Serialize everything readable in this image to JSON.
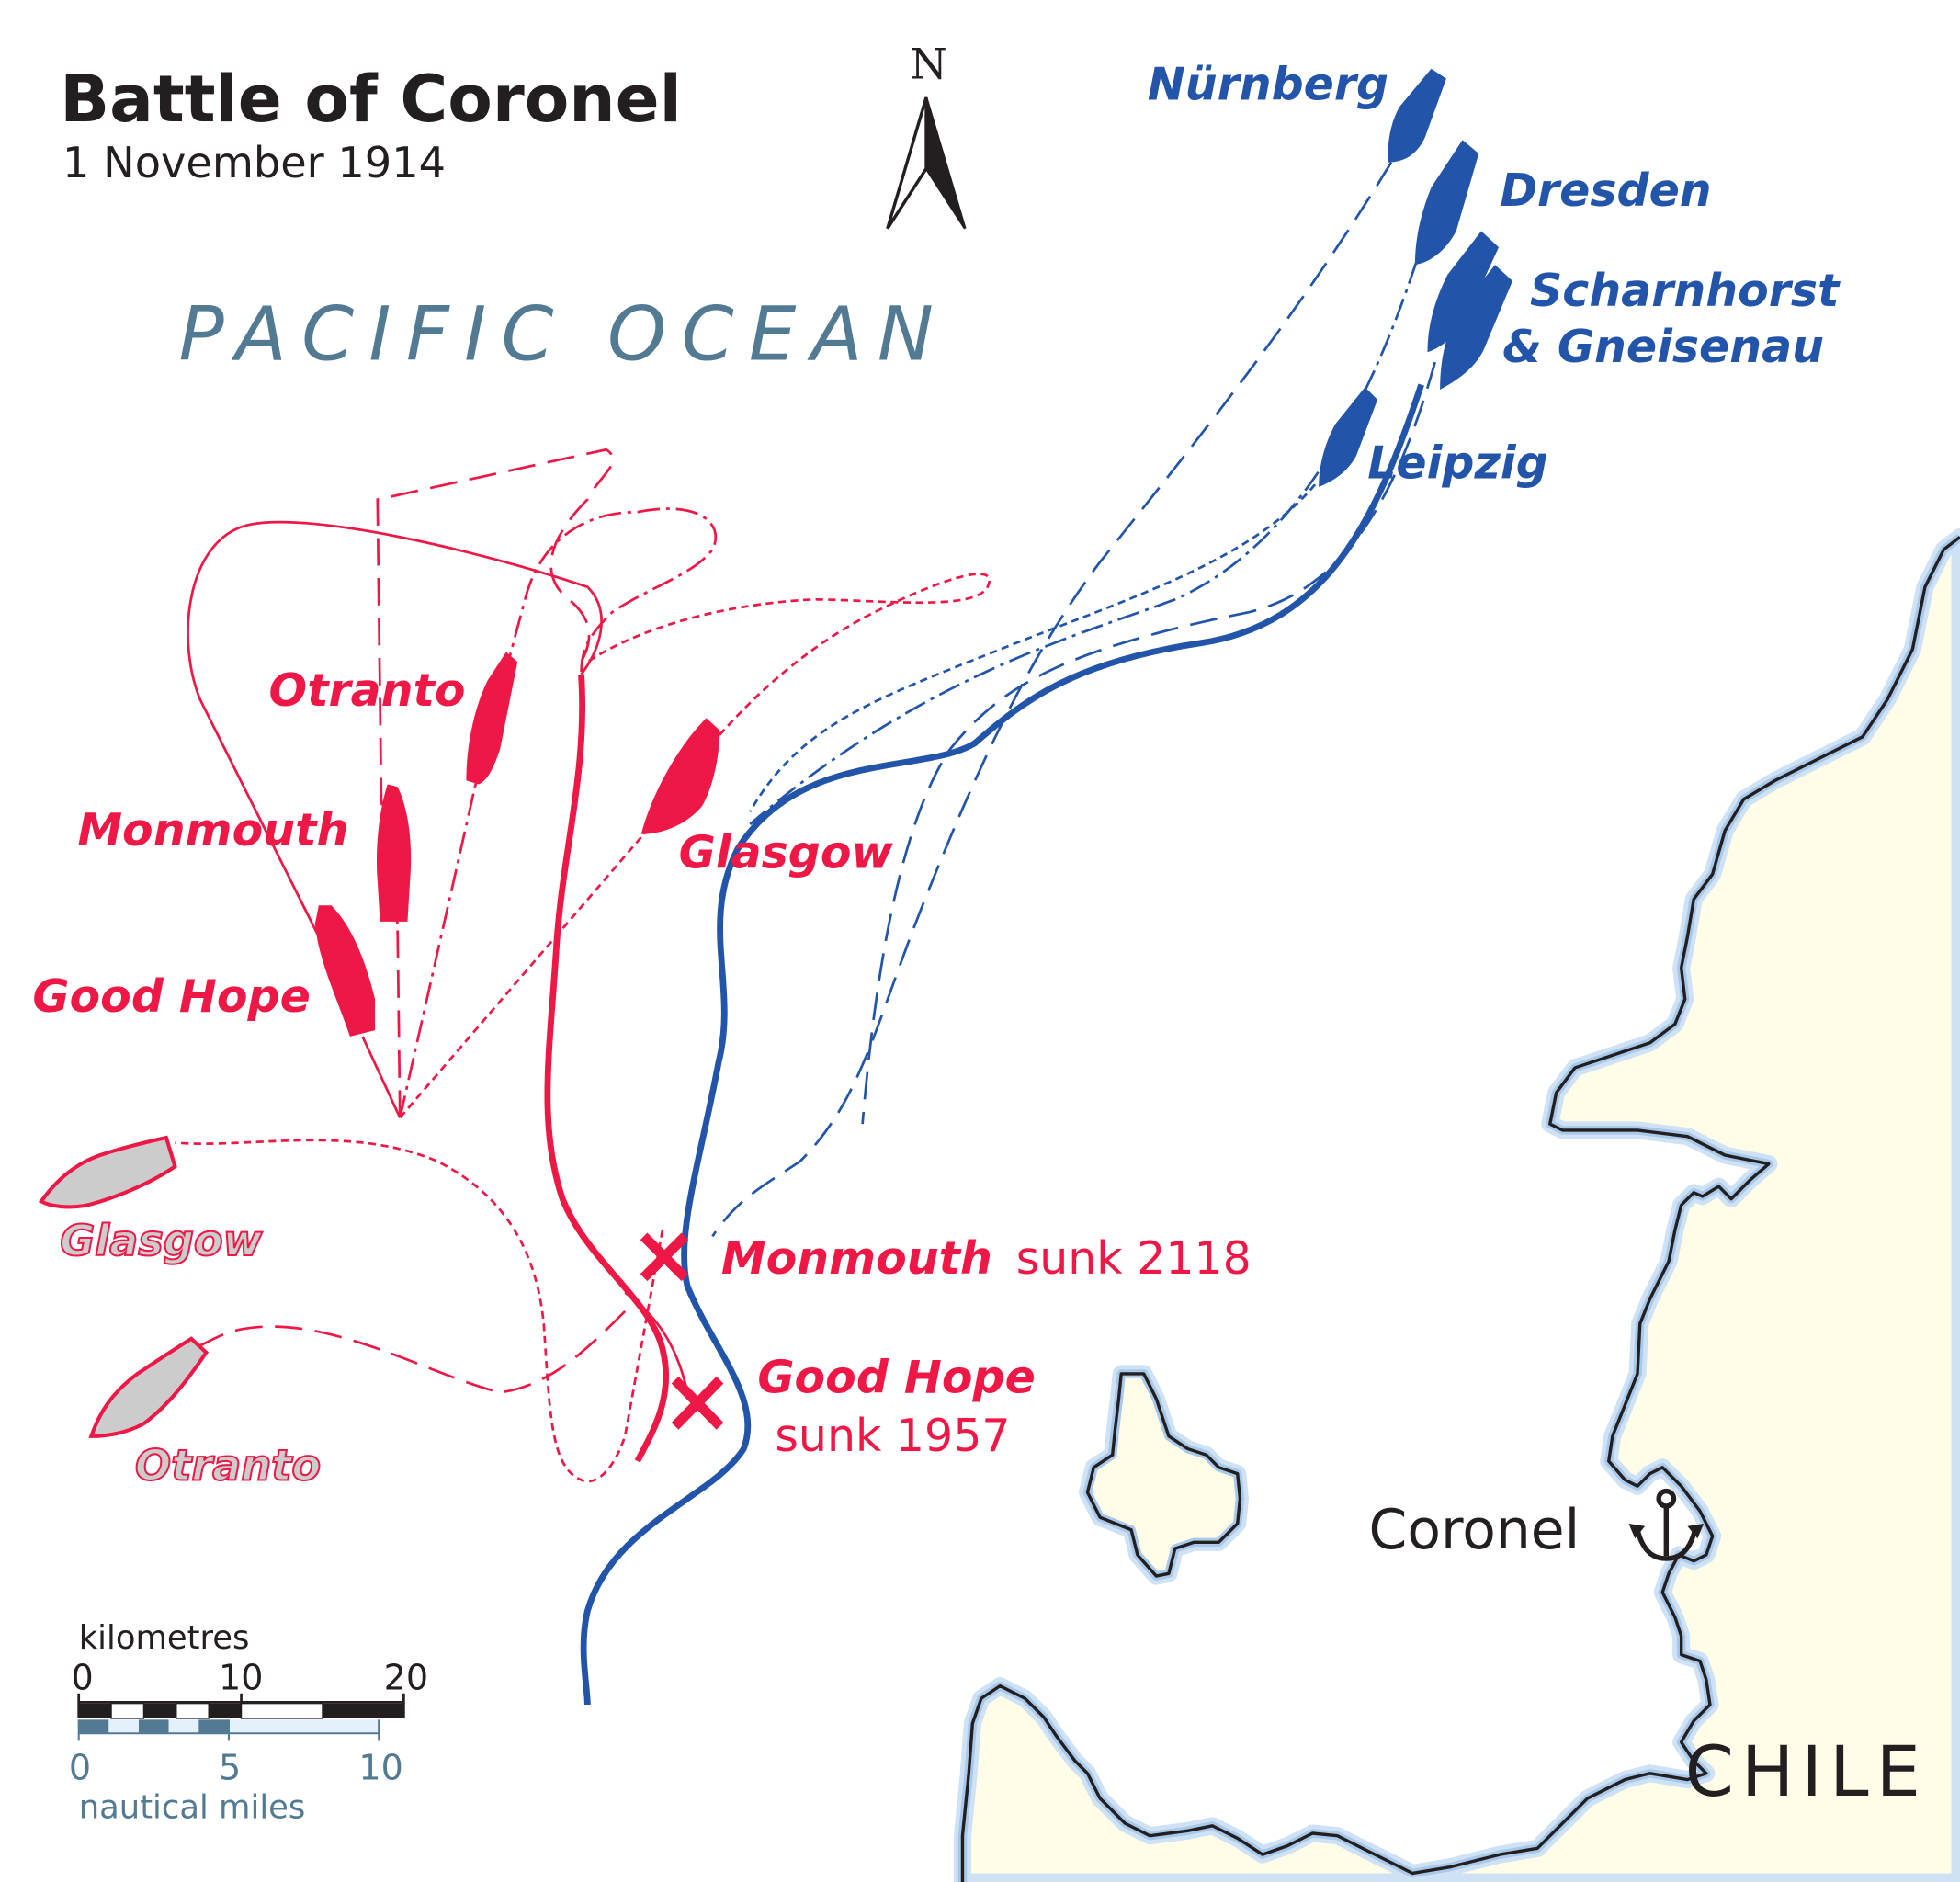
{
  "header": {
    "title": "Battle of Coronel",
    "date": "1 November 1914"
  },
  "compass": {
    "label": "N"
  },
  "ocean_label": "PACIFIC OCEAN",
  "country_label": "CHILE",
  "port": {
    "name": "Coronel",
    "icon": "anchor-icon"
  },
  "german_squadron": {
    "color": "#2255aa",
    "ships": [
      {
        "name": "Nürnberg"
      },
      {
        "name": "Dresden"
      },
      {
        "name": "Scharnhorst"
      },
      {
        "name": "& Gneisenau"
      },
      {
        "name": "Leipzig"
      }
    ]
  },
  "british_squadron": {
    "color": "#ee1846",
    "ships": [
      {
        "name": "Otranto"
      },
      {
        "name": "Monmouth"
      },
      {
        "name": "Good Hope"
      },
      {
        "name": "Glasgow"
      }
    ],
    "escaped_ships": [
      {
        "name": "Glasgow"
      },
      {
        "name": "Otranto"
      }
    ],
    "escaped_fill": "#cccccc"
  },
  "losses": [
    {
      "ship": "Monmouth",
      "note": "sunk 2118",
      "icon": "x-mark-icon"
    },
    {
      "ship": "Good Hope",
      "note": "sunk 1957",
      "icon": "x-mark-icon"
    }
  ],
  "scale_bar": {
    "km_label": "kilometres",
    "km_ticks": [
      "0",
      "10",
      "20"
    ],
    "nm_label": "nautical miles",
    "nm_ticks": [
      "0",
      "5",
      "10"
    ],
    "km_color": "#231f20",
    "nm_color": "#527a93"
  },
  "colors": {
    "land": "#fffde8",
    "coast_glow": "#a9c9ea",
    "coastline": "#231f20",
    "sea": "#ffffff"
  }
}
